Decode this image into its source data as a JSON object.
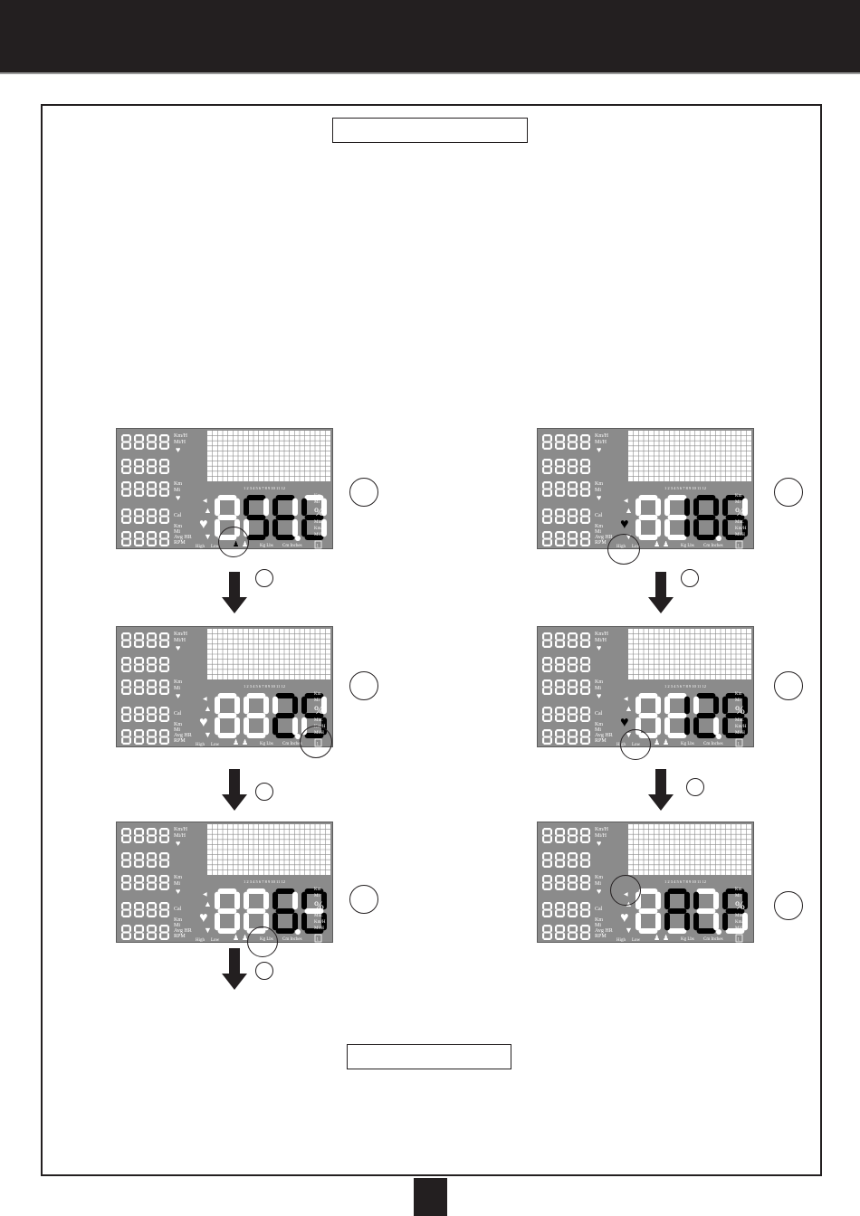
{
  "header": {
    "title": ""
  },
  "section": {
    "title_box": "",
    "footer_box": "",
    "page_number": ""
  },
  "lcd_labels": {
    "speed_units": [
      "Km/H",
      "Mi/H"
    ],
    "dist_units": [
      "Km",
      "Mi"
    ],
    "cal": "Cal",
    "bottom_units": [
      "Km",
      "Mi",
      "Avg HR",
      "RPM"
    ],
    "right_units": [
      "Km",
      "Mi",
      "%",
      "Min.",
      "Km/H",
      "Mi/H"
    ],
    "high": "High",
    "low": "Low",
    "kg_lbs": "Kg Lbs",
    "cm_inches": "Cm Inches",
    "profile_box": "1",
    "grid_columns": "1 2 3 4 5 6 7 8 9 10 11 12",
    "dim_digits": [
      "888.8",
      "88.88",
      "888.8",
      "8888",
      "8888"
    ]
  },
  "panels": [
    {
      "id": "left-1",
      "main_display": "SEt",
      "lit": [
        "",
        "S",
        "E",
        "t"
      ],
      "highlight": "gender-icon",
      "step": ""
    },
    {
      "id": "left-2",
      "main_display": "25",
      "lit": [
        "",
        "",
        "2",
        "5"
      ],
      "highlight": "profile-box",
      "step": ""
    },
    {
      "id": "left-3",
      "main_display": "60",
      "lit": [
        "",
        "",
        "6",
        "0"
      ],
      "highlight": "kg-lbs",
      "step": ""
    },
    {
      "id": "right-1",
      "main_display": "186",
      "lit": [
        "",
        "1",
        "8",
        "6"
      ],
      "highlight": "high-low",
      "step": ""
    },
    {
      "id": "right-2",
      "main_display": "128",
      "lit": [
        "",
        "1",
        "2",
        "8"
      ],
      "highlight": "low-label",
      "step": ""
    },
    {
      "id": "right-3",
      "main_display": "ALP",
      "lit": [
        "",
        "A",
        "L",
        "P"
      ],
      "highlight": "speaker-icon",
      "step": ""
    }
  ],
  "arrows": {
    "small_circles": [
      "",
      "",
      "",
      "",
      ""
    ]
  }
}
